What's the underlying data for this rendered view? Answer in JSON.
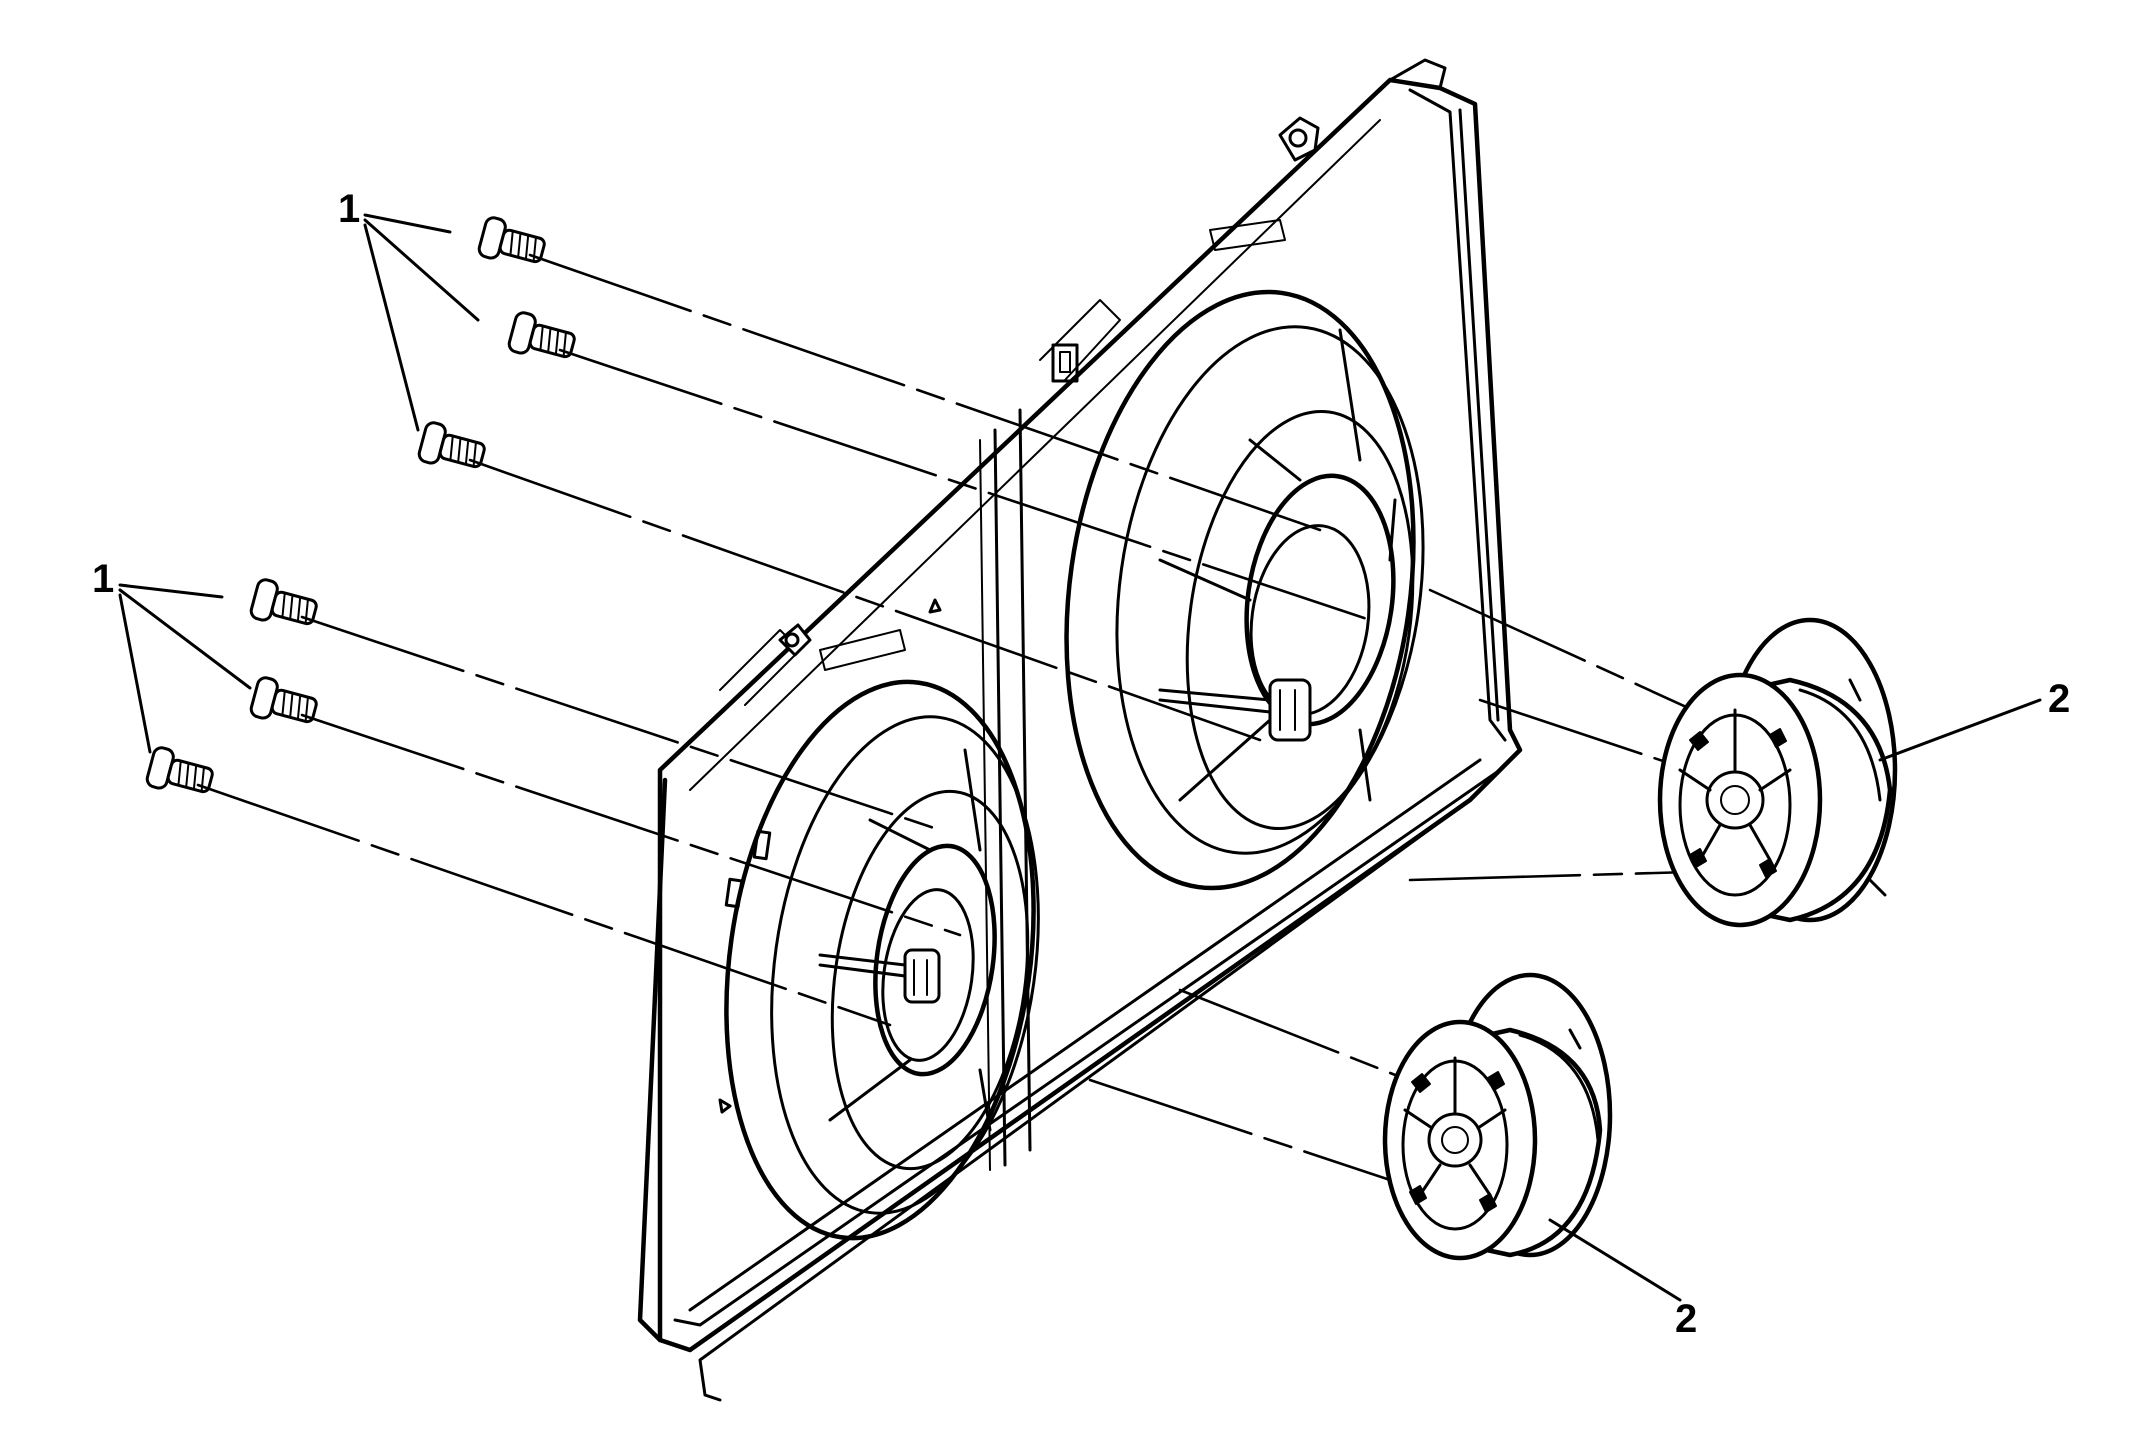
{
  "callouts": {
    "fastener_label_upper": "1",
    "fastener_label_lower": "1",
    "motor_label_right": "2",
    "motor_label_lower": "2"
  },
  "colors": {
    "line": "#000000",
    "background": "#ffffff"
  }
}
